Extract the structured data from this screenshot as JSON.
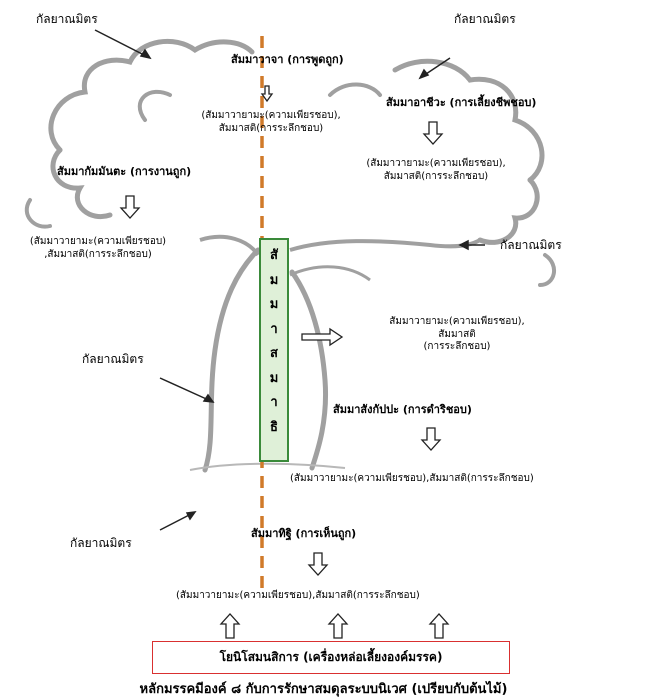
{
  "friend_labels": [
    "กัลยาณมิตร",
    "กัลยาณมิตร",
    "กัลยาณมิตร",
    "กัลยาณมิตร",
    "กัลยาณมิตร"
  ],
  "right_speech": {
    "title": "สัมมาวาจา (การพูดถูก)",
    "support": [
      "(สัมมาวายามะ(ความเพียรชอบ),",
      "สัมมาสติ(การระลึกชอบ)"
    ]
  },
  "right_livelihood": {
    "title": "สัมมาอาชีวะ (การเลี้ยงชีพชอบ)",
    "support": [
      "(สัมมาวายามะ(ความเพียรชอบ),",
      "สัมมาสติ(การระลึกชอบ)"
    ]
  },
  "right_action": {
    "title": "สัมมากัมมันตะ (การงานถูก)",
    "support": [
      "(สัมมาวายามะ(ความเพียรชอบ)",
      ",สัมมาสติ(การระลึกชอบ)"
    ]
  },
  "right_concentration": {
    "letters": [
      "สั",
      "ม",
      "ม",
      "า",
      "ส",
      "ม",
      "า",
      "ธิ"
    ],
    "support": [
      "สัมมาวายามะ(ความเพียรชอบ),",
      "สัมมาสติ",
      "(การระลึกชอบ)"
    ]
  },
  "right_intention": {
    "title": "สัมมาสังกัปปะ (การดำริชอบ)",
    "support": "(สัมมาวายามะ(ความเพียรชอบ),สัมมาสติ(การระลึกชอบ)"
  },
  "right_view": {
    "title": "สัมมาทิฐิ (การเห็นถูก)",
    "support": "(สัมมาวายามะ(ความเพียรชอบ),สัมมาสติ(การระลึกชอบ)"
  },
  "root": "โยนิโสมนสิการ (เครื่องหล่อเลี้ยงองค์มรรค)",
  "caption": "หลักมรรคมีองค์ ๘ กับการรักษาสมดุลระบบนิเวศ (เปรียบกับต้นไม้)",
  "colors": {
    "tree_outline": "#a0a0a0",
    "axis_dash": "#d07a2a",
    "box_fill": "#dff0d8",
    "box_border": "#3a8a3a",
    "root_border": "#d93030"
  }
}
